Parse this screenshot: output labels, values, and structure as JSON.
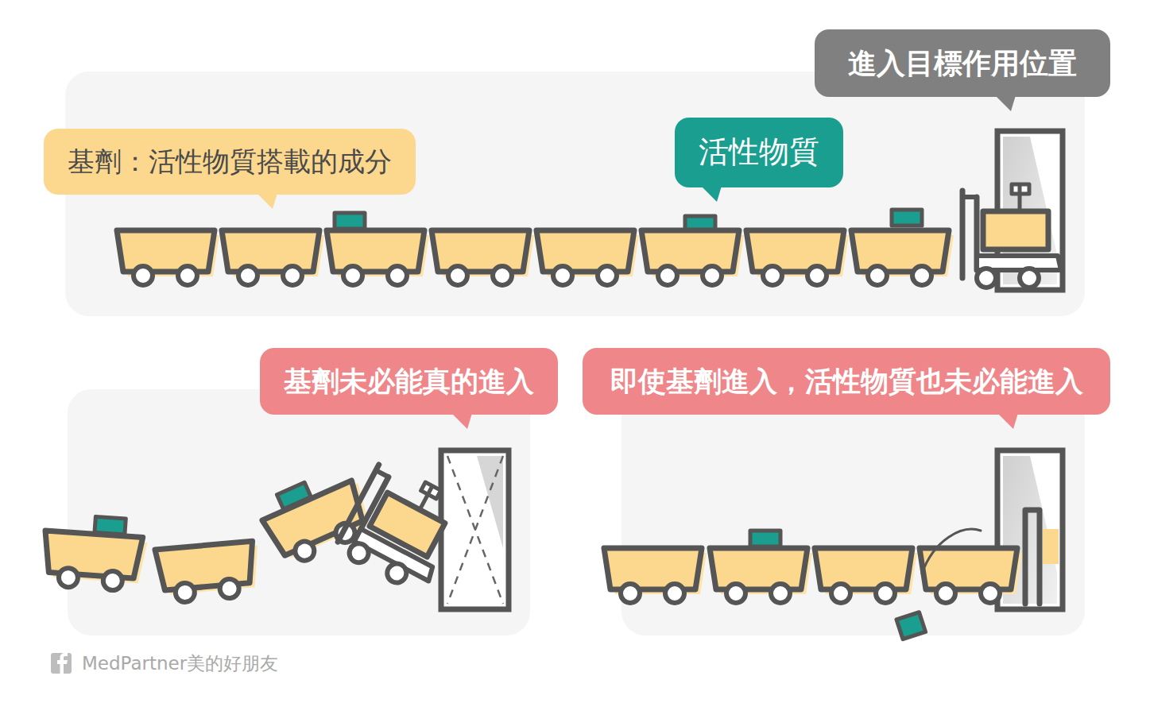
{
  "diagram": {
    "nodes": [
      {
        "text": [
          "基劑：活性物質搭載的成分"
        ]
      },
      {
        "text": [
          "活性物質"
        ]
      },
      {
        "text": [
          "進入目標作用位置"
        ]
      },
      {
        "text": [
          "基劑未必能真的進入"
        ]
      },
      {
        "text": [
          "即使基劑進入，活性物質也未必能進入"
        ]
      }
    ],
    "labels": [
      "MedPartner美的好朋友"
    ]
  }
}
